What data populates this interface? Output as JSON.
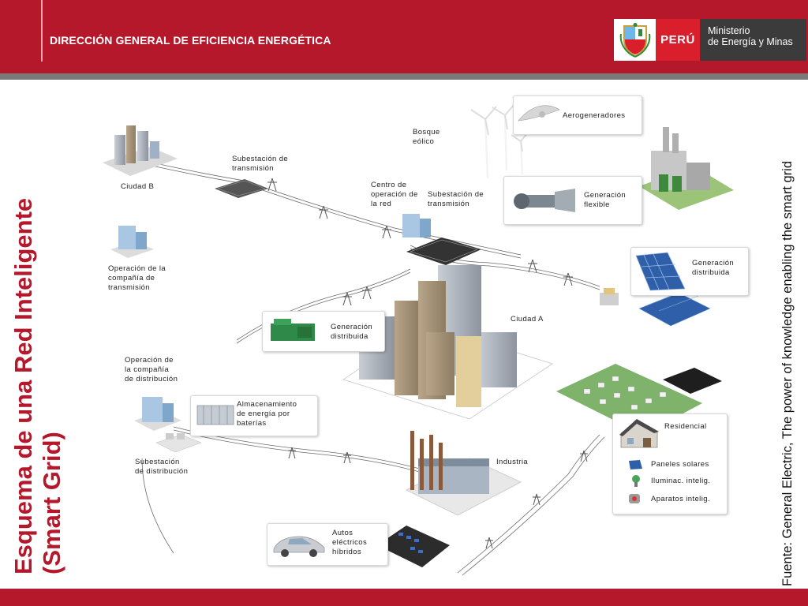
{
  "header": {
    "title": "DIRECCIÓN GENERAL DE EFICIENCIA ENERGÉTICA",
    "logo_country": "PERÚ",
    "logo_ministry_line1": "Ministerio",
    "logo_ministry_line2": "de Energía y Minas"
  },
  "slide": {
    "title_line1": "Esquema de una Red Inteligente",
    "title_line2": "(Smart Grid)",
    "source": "Fuente: General Electric, The power of knowledge enabling the smart grid"
  },
  "diagram": {
    "ciudad_b": "Ciudad B",
    "subestacion_transmision_1": [
      "Subestación de",
      "transmisión"
    ],
    "operacion_transmision": [
      "Operación de la",
      "compañía de",
      "transmisión"
    ],
    "bosque_eolico": [
      "Bosque",
      "eólico"
    ],
    "centro_operacion": [
      "Centro de",
      "operación de",
      "la red"
    ],
    "subestacion_transmision_2": [
      "Subestación de",
      "transmisión"
    ],
    "ciudad_a": "Ciudad A",
    "operacion_distribucion": [
      "Operación de",
      "la compañía",
      "de distribución"
    ],
    "subestacion_distribucion": [
      "Subestación",
      "de distribución"
    ],
    "industria": "Industria",
    "callouts": {
      "aerogeneradores": "Aerogeneradores",
      "generacion_flexible": [
        "Generación",
        "flexible"
      ],
      "generacion_distribuida_solar": [
        "Generación",
        "distribuida"
      ],
      "generacion_distribuida_green": [
        "Generación",
        "distribuida"
      ],
      "almacenamiento": [
        "Almacenamiento",
        "de energía por",
        "baterías"
      ],
      "autos": [
        "Autos",
        "eléctricos",
        "híbridos"
      ],
      "residencial": {
        "title": "Residencial",
        "items": [
          "Paneles solares",
          "Iluminac. intelig.",
          "Aparatos intelig."
        ]
      }
    }
  },
  "colors": {
    "brand_red": "#b5172b",
    "peru_red": "#d91f2c",
    "ministry_gray": "#3b3b3b",
    "band_gray": "#7a7a7a"
  }
}
